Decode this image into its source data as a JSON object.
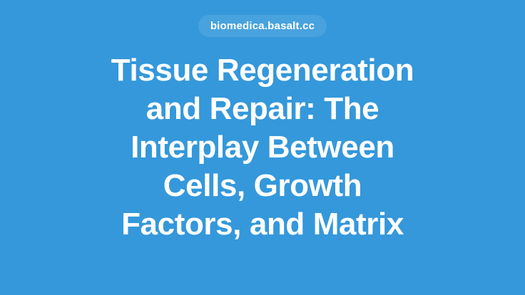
{
  "colors": {
    "background": "#3498db",
    "text": "#ffffff",
    "badge_fill": "rgba(255,255,255,0.10)"
  },
  "badge": {
    "domain": "biomedica.basalt.cc"
  },
  "headline": {
    "full_text": "Tissue Regeneration and Repair: The Interplay Between Cells, Growth Factors, and Matrix",
    "lines": [
      "Tissue Regeneration",
      "and Repair: The",
      "Interplay Between",
      "Cells, Growth",
      "Factors, and Matrix"
    ]
  }
}
